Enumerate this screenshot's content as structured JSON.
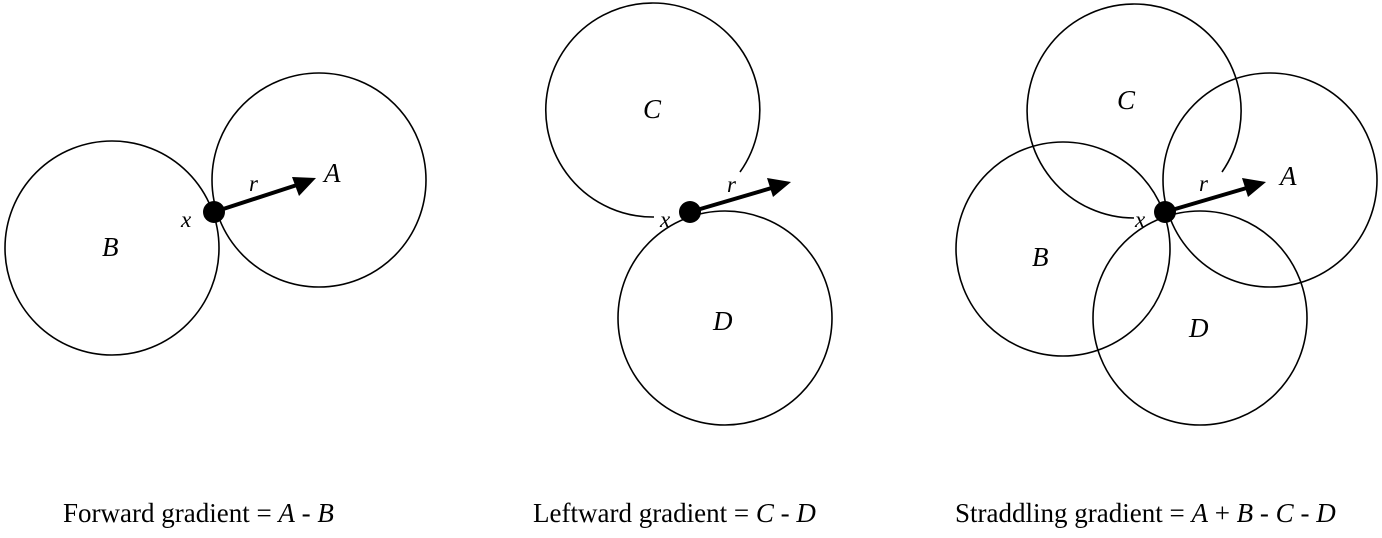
{
  "panels": {
    "forward": {
      "circle_a_label": "A",
      "circle_b_label": "B",
      "point_label": "x",
      "radius_label": "r",
      "caption": {
        "prefix": "Forward gradient = ",
        "terms": [
          "A",
          " - ",
          "B"
        ]
      }
    },
    "leftward": {
      "circle_c_label": "C",
      "circle_d_label": "D",
      "point_label": "x",
      "radius_label": "r",
      "caption": {
        "prefix": "Leftward gradient = ",
        "terms": [
          "C",
          " - ",
          "D"
        ]
      }
    },
    "straddling": {
      "circle_a_label": "A",
      "circle_b_label": "B",
      "circle_c_label": "C",
      "circle_d_label": "D",
      "point_label": "x",
      "radius_label": "r",
      "caption": {
        "prefix": "Straddling gradient = ",
        "terms": [
          "A",
          " + ",
          "B",
          " - ",
          "C",
          " - ",
          "D"
        ]
      }
    }
  }
}
